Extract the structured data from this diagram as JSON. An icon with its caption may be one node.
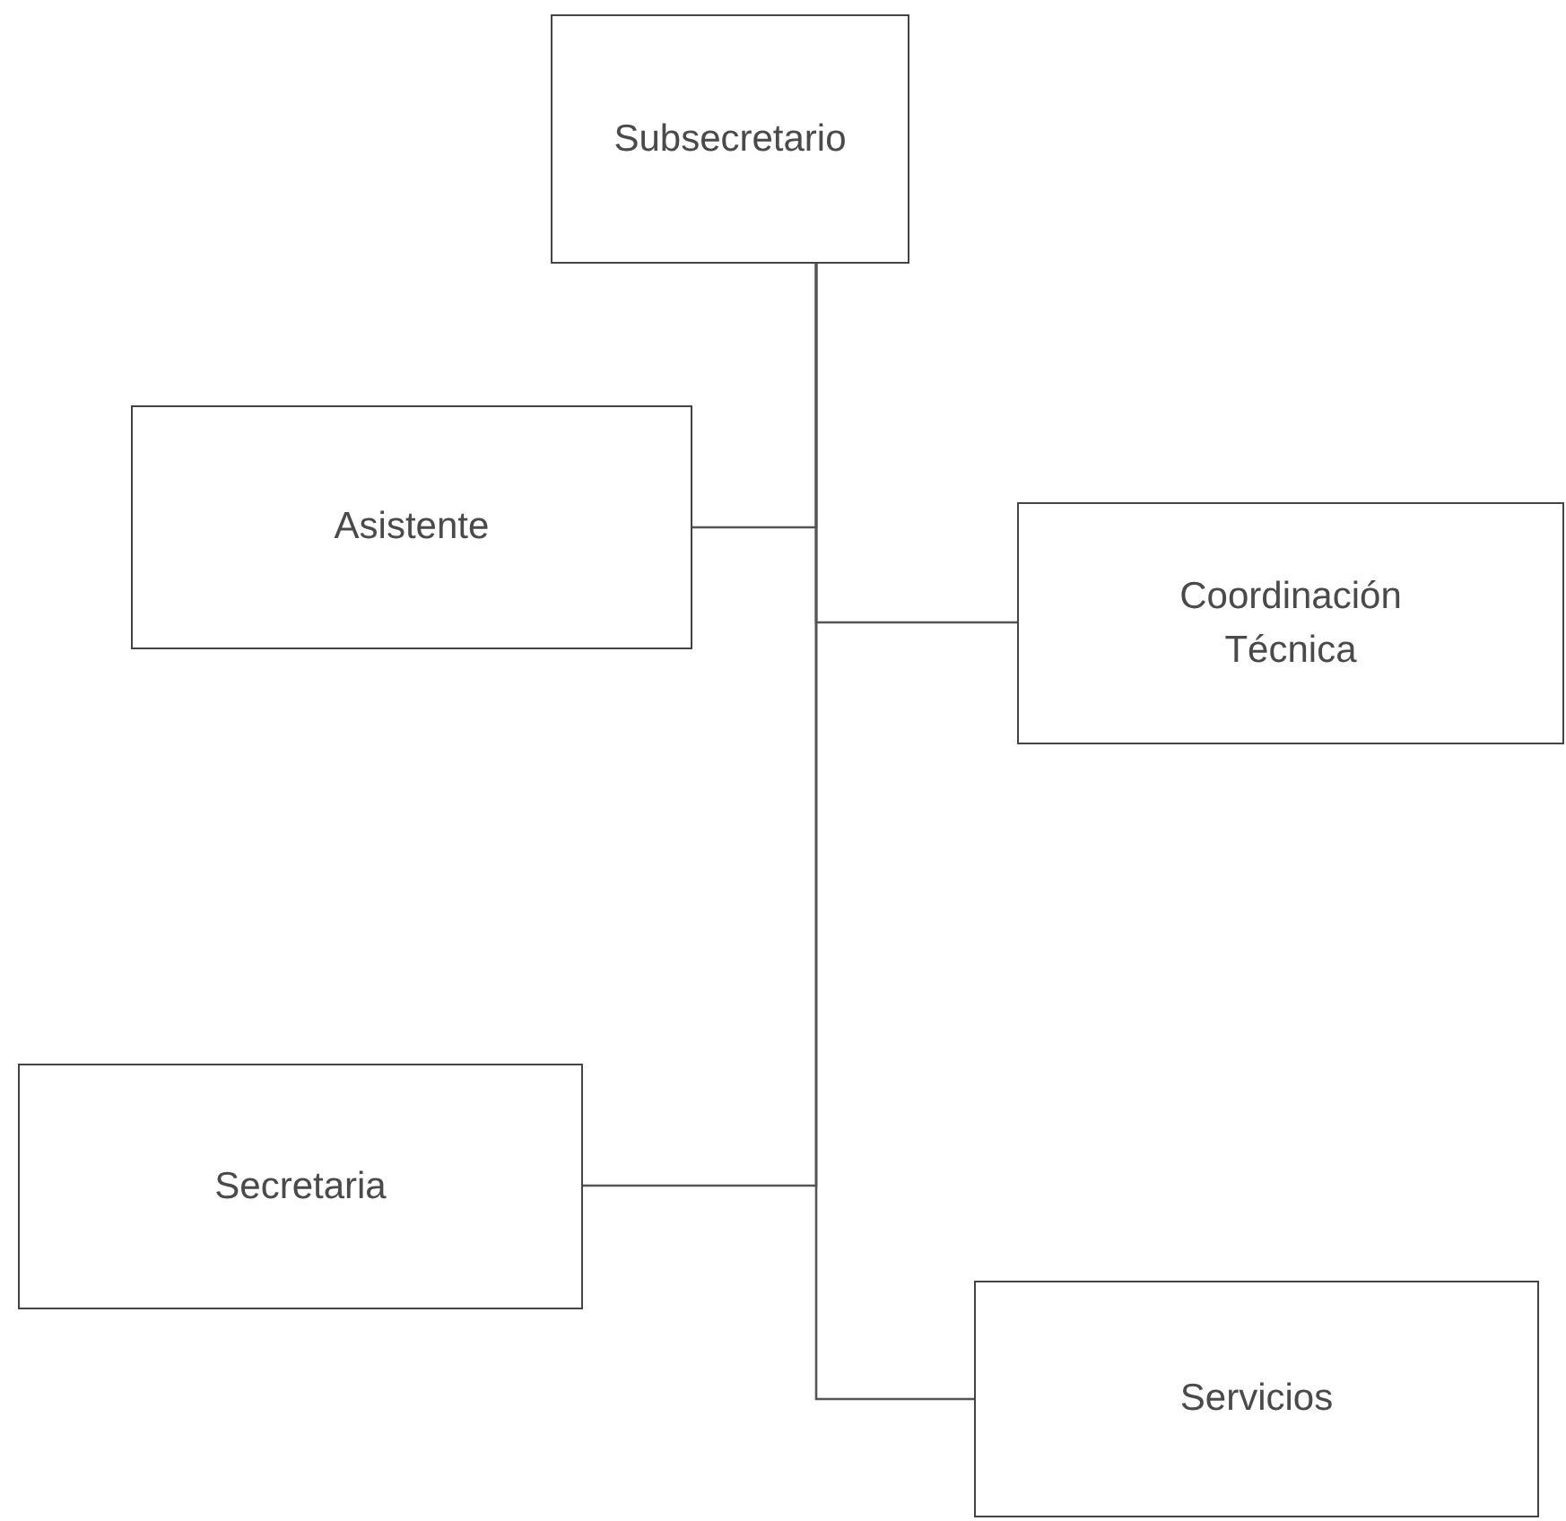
{
  "diagram": {
    "nodes": [
      {
        "text": [
          "Subsecretario"
        ]
      },
      {
        "text": [
          "Asistente"
        ]
      },
      {
        "text": [
          "Coordinación Técnica"
        ]
      },
      {
        "text": [
          "Secretaria"
        ]
      },
      {
        "text": [
          "Servicios"
        ]
      }
    ],
    "edges": [
      {
        "from": 0,
        "to": 1,
        "arrow": "none"
      },
      {
        "from": 0,
        "to": 2,
        "arrow": "none"
      },
      {
        "from": 0,
        "to": 3,
        "arrow": "none"
      },
      {
        "from": 0,
        "to": 4,
        "arrow": "none"
      }
    ]
  }
}
